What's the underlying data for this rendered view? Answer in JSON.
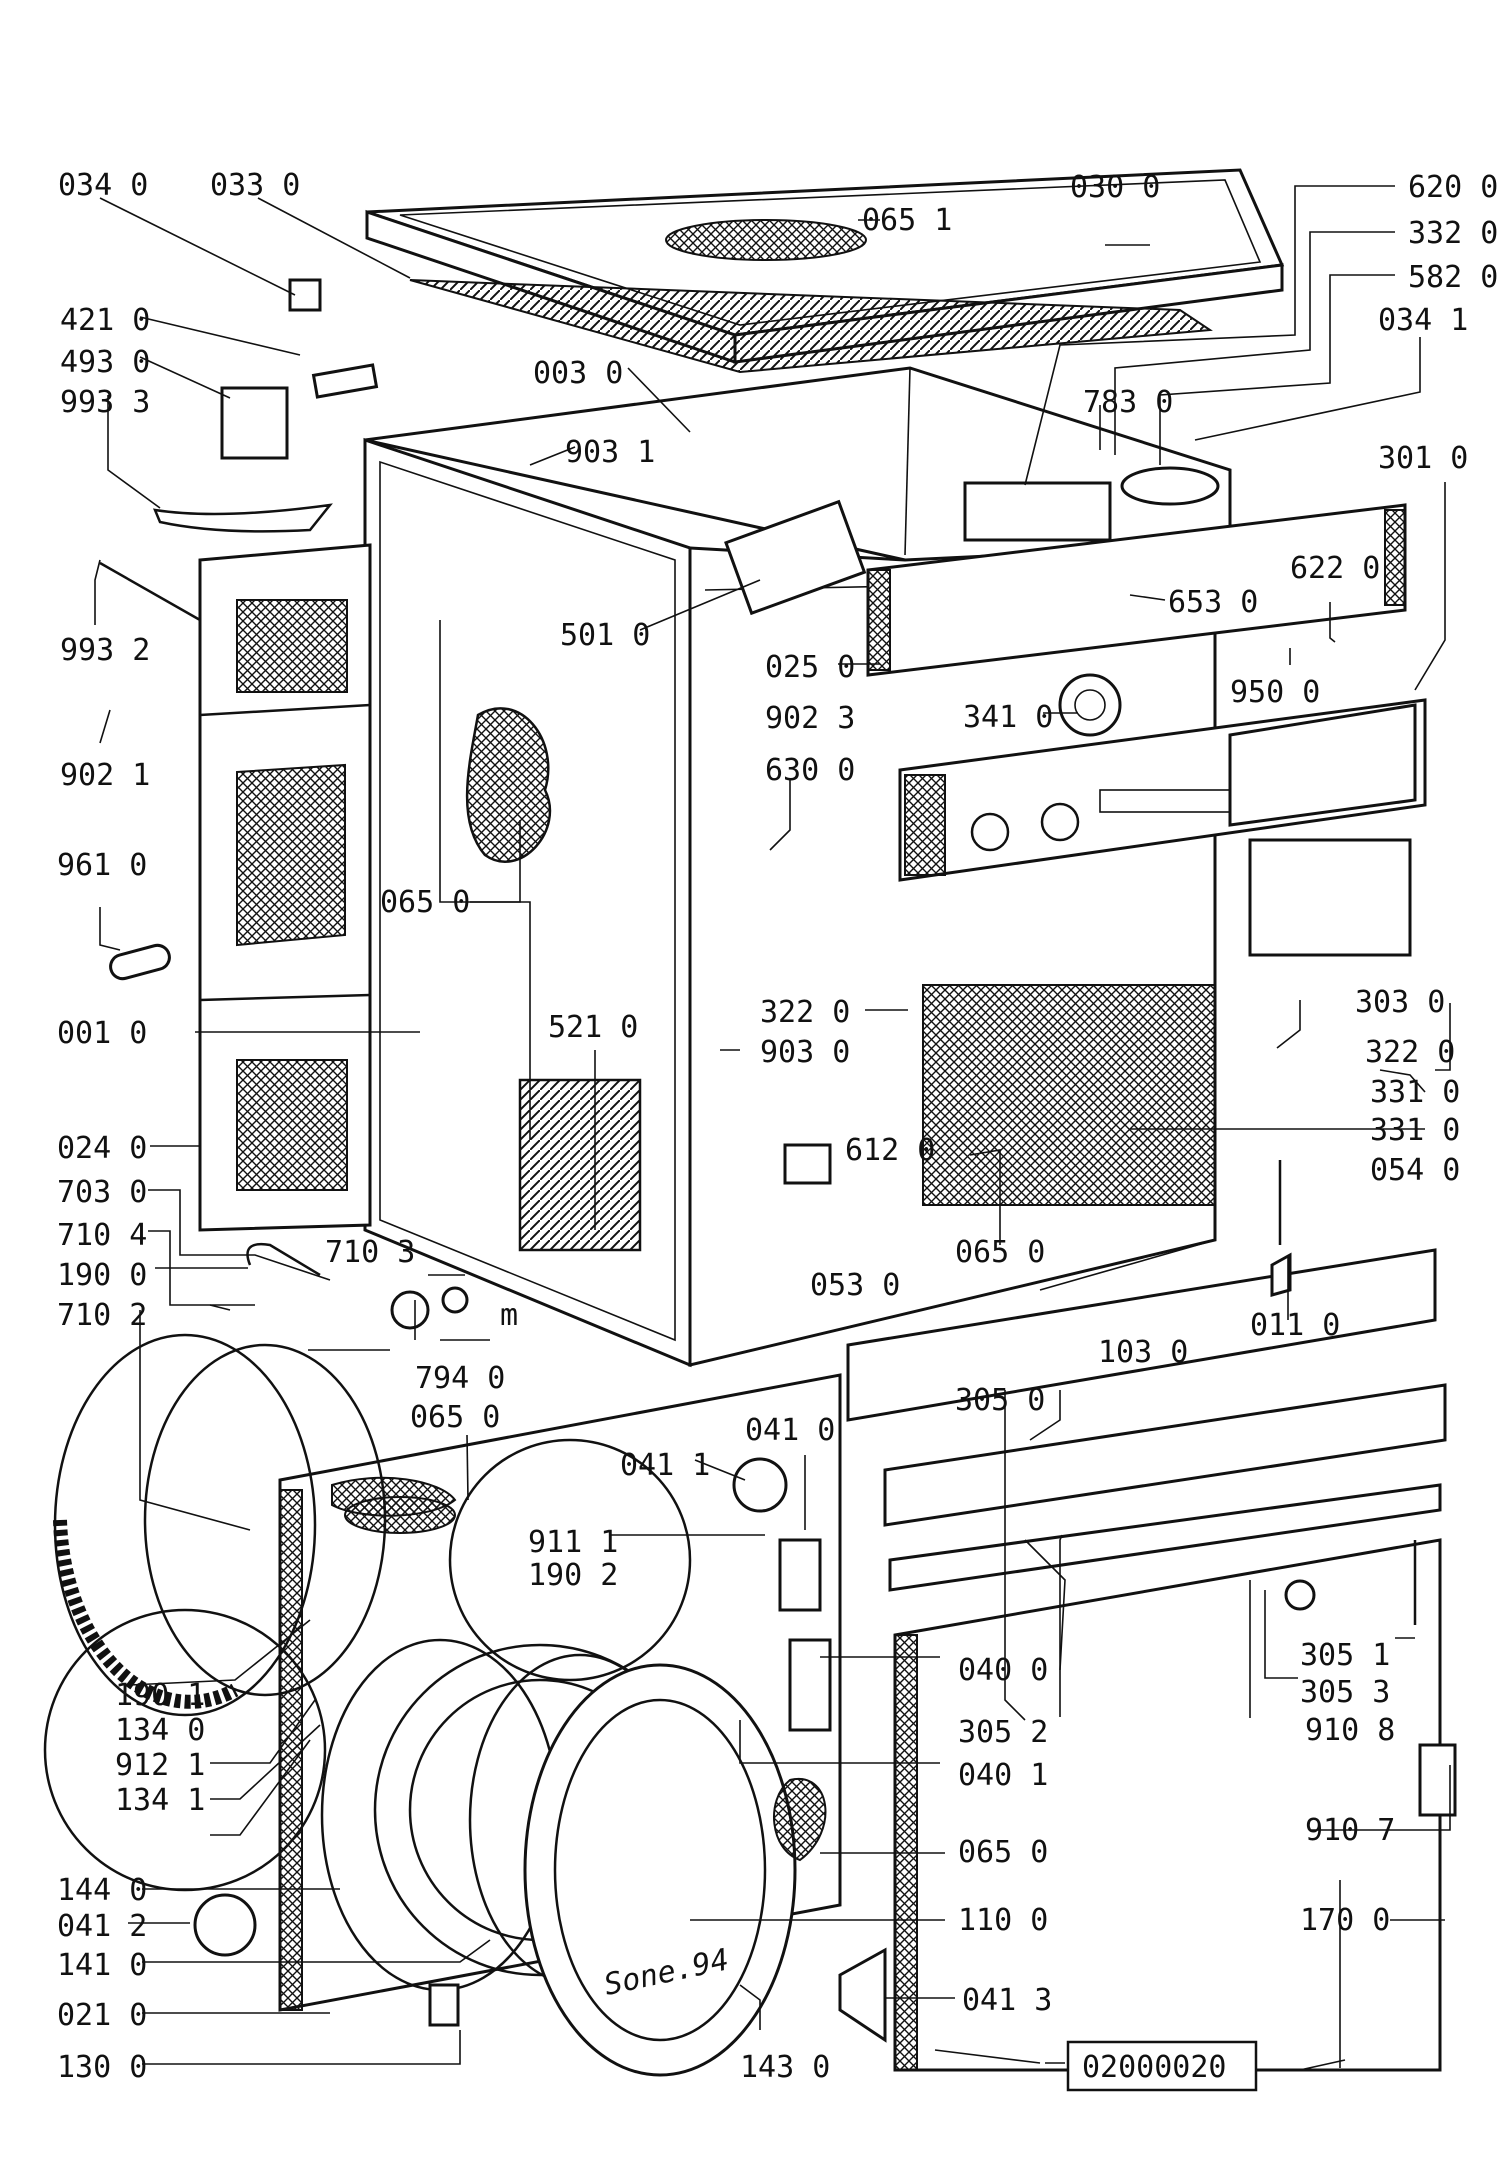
{
  "labels": {
    "l0340": "034 0",
    "l0330": "033 0",
    "l0300": "030 0",
    "l0651": "065 1",
    "l6200": "620 0",
    "l3320": "332 0",
    "l5820": "582 0",
    "l0341": "034 1",
    "l4210": "421 0",
    "l4930": "493 0",
    "l9933": "993 3",
    "l0030": "003 0",
    "l9031": "903 1",
    "l7830": "783 0",
    "l3010": "301 0",
    "l6220": "622 0",
    "l6530": "653 0",
    "l9932": "993 2",
    "l5010": "501 0",
    "l0250": "025 0",
    "l9500": "950 0",
    "l9021": "902 1",
    "l9023": "902 3",
    "l3410": "341 0",
    "l6300": "630 0",
    "l9610": "961 0",
    "l0650a": "065 0",
    "l0010": "001 0",
    "l5210": "521 0",
    "l3220a": "322 0",
    "l9030": "903 0",
    "l3030": "303 0",
    "l3220b": "322 0",
    "l3310a": "331 0",
    "l3310b": "331 0",
    "l0240": "024 0",
    "l6120": "612 0",
    "l0540": "054 0",
    "l7030": "703 0",
    "l7104": "710 4",
    "l7103": "710 3",
    "l0650b": "065 0",
    "l1900": "190 0",
    "l0530": "053 0",
    "l7102": "710 2",
    "lm": "m",
    "l0110": "011 0",
    "l7940": "794 0",
    "l1030": "103 0",
    "l0650c": "065 0",
    "l0410": "041 0",
    "l3050": "305 0",
    "l0411": "041 1",
    "l9111": "911 1",
    "l1902": "190 2",
    "l1901": "190 1",
    "l1340": "134 0",
    "l0400": "040 0",
    "l3051": "305 1",
    "l3053": "305 3",
    "l3052": "305 2",
    "l9108": "910 8",
    "l9121": "912 1",
    "l0401": "040 1",
    "l1341": "134 1",
    "l9107": "910 7",
    "l0650d": "065 0",
    "l1440": "144 0",
    "l0412": "041 2",
    "l1100": "110 0",
    "l1700": "170 0",
    "l1410": "141 0",
    "l0413": "041 3",
    "l0210": "021 0",
    "l1300": "130 0",
    "l1430": "143 0",
    "handwriting": "Sone.94"
  },
  "reference_number": "02000020"
}
